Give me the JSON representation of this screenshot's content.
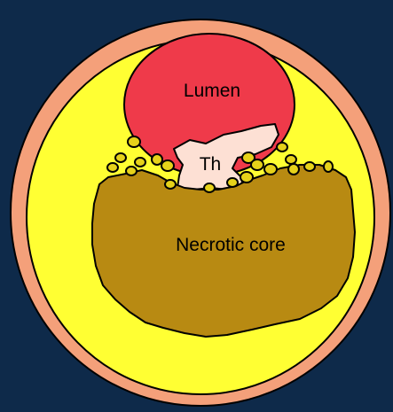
{
  "diagram": {
    "labels": {
      "lumen": "Lumen",
      "thrombus": "Th",
      "necrotic_core": "Necrotic core"
    }
  },
  "colors": {
    "background": "#0e2a4a",
    "outer_wall": "#f4a07a",
    "plaque": "#ffff33",
    "lumen": "#ef3a4a",
    "thrombus": "#fde0d4",
    "necrotic_core": "#b88a12",
    "calcification": "#e6d21a",
    "outline": "#000000"
  }
}
